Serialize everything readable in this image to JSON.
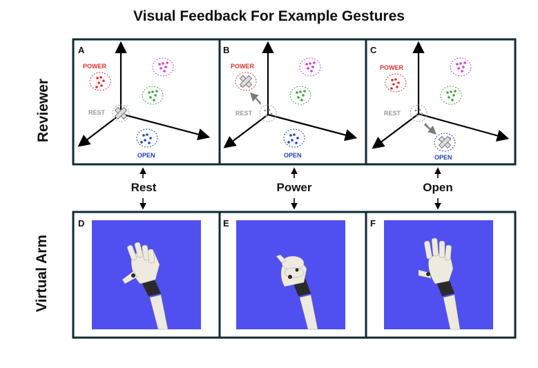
{
  "title": "Visual Feedback For Example Gestures",
  "rows": {
    "top": "Reviewer",
    "bottom": "Virtual Arm"
  },
  "top_panels": [
    {
      "letter": "A",
      "power": "POWER",
      "rest": "REST",
      "open": "OPEN",
      "marker": "rest"
    },
    {
      "letter": "B",
      "power": "POWER",
      "rest": "REST",
      "open": "OPEN",
      "marker": "power"
    },
    {
      "letter": "C",
      "power": "POWER",
      "rest": "REST",
      "open": "OPEN",
      "marker": "open"
    }
  ],
  "bottom_panels": [
    {
      "letter": "D",
      "pose": "rest"
    },
    {
      "letter": "E",
      "pose": "power"
    },
    {
      "letter": "F",
      "pose": "open"
    }
  ],
  "gestures": [
    "Rest",
    "Power",
    "Open"
  ],
  "colors": {
    "frame": "#0f2a33",
    "power": "#e0302a",
    "pink": "#d63ad6",
    "green": "#3aa83a",
    "open": "#1f3fbf",
    "rest": "#9a9a9a",
    "arm_bg": "#5050f0",
    "marker_arrow": "#7a7a7a"
  }
}
